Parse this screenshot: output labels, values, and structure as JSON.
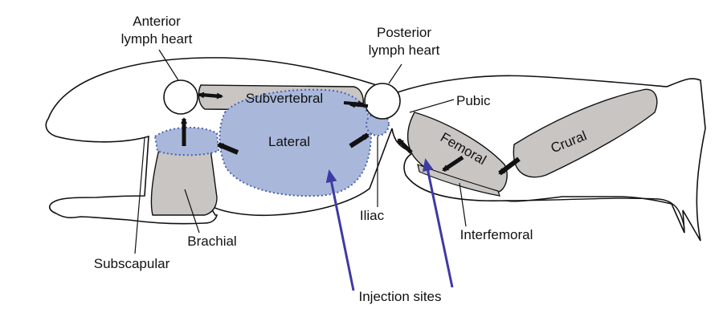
{
  "labels": {
    "anterior_lymph_heart": [
      "Anterior",
      "lymph heart"
    ],
    "posterior_lymph_heart": [
      "Posterior",
      "lymph heart"
    ],
    "pubic": "Pubic",
    "subvertebral": "Subvertebral",
    "lateral": "Lateral",
    "femoral": "Femoral",
    "crural": "Crural",
    "iliac": "Iliac",
    "brachial": "Brachial",
    "interfemoral": "Interfemoral",
    "subscapular": "Subscapular",
    "injection_sites": "Injection sites"
  },
  "colors": {
    "outline": "#111111",
    "sac_fill": "#c9c5c3",
    "lateral_fill": "#a9b8da",
    "lateral_border": "#4a62b5",
    "injection_arrow": "#3f3aa3",
    "flow_arrow": "#111111"
  }
}
